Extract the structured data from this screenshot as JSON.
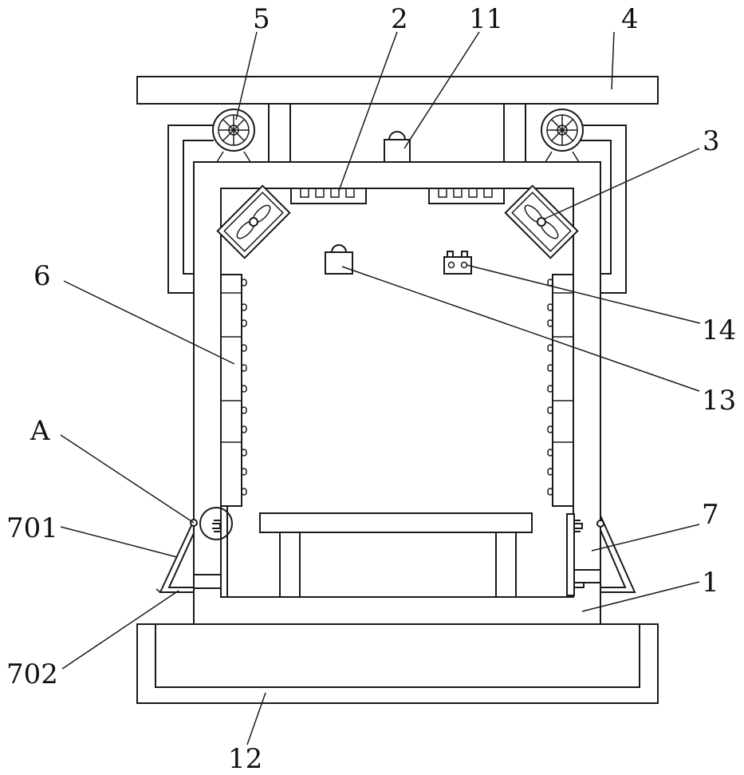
{
  "diagram": {
    "labels": {
      "l1": "1",
      "l2": "2",
      "l3": "3",
      "l4": "4",
      "l5": "5",
      "l6": "6",
      "l7": "7",
      "l11": "11",
      "l12": "12",
      "l13": "13",
      "l14": "14",
      "lA": "A",
      "l701": "701",
      "l702": "702"
    }
  }
}
